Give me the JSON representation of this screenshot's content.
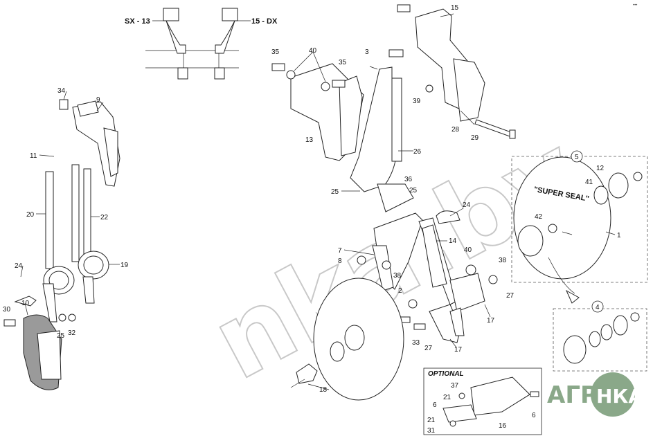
{
  "side_labels": {
    "left": "SX - 13",
    "right": "15 - DX"
  },
  "optional_label": "OPTIONAL",
  "disc_text": "\"SUPER SEAL\"",
  "brand": {
    "left": "АГРО",
    "right": "НКА",
    "color": "#8aa889"
  },
  "watermark": "nka.by",
  "corner_mark": "•••",
  "callouts": [
    {
      "id": "c1",
      "text": "1"
    },
    {
      "id": "c2",
      "text": "2"
    },
    {
      "id": "c3",
      "text": "3"
    },
    {
      "id": "c4",
      "text": "4"
    },
    {
      "id": "c5",
      "text": "5"
    },
    {
      "id": "c6a",
      "text": "6"
    },
    {
      "id": "c6b",
      "text": "6"
    },
    {
      "id": "c7",
      "text": "7"
    },
    {
      "id": "c8",
      "text": "8"
    },
    {
      "id": "c9",
      "text": "9"
    },
    {
      "id": "c10",
      "text": "10"
    },
    {
      "id": "c11",
      "text": "11"
    },
    {
      "id": "c12",
      "text": "12"
    },
    {
      "id": "c13",
      "text": "13"
    },
    {
      "id": "c14",
      "text": "14"
    },
    {
      "id": "c15",
      "text": "15"
    },
    {
      "id": "c16",
      "text": "16"
    },
    {
      "id": "c17a",
      "text": "17"
    },
    {
      "id": "c17b",
      "text": "17"
    },
    {
      "id": "c18",
      "text": "18"
    },
    {
      "id": "c19",
      "text": "19"
    },
    {
      "id": "c20",
      "text": "20"
    },
    {
      "id": "c21a",
      "text": "21"
    },
    {
      "id": "c21b",
      "text": "21"
    },
    {
      "id": "c22",
      "text": "22"
    },
    {
      "id": "c24a",
      "text": "24"
    },
    {
      "id": "c24b",
      "text": "24"
    },
    {
      "id": "c25a",
      "text": "25"
    },
    {
      "id": "c25b",
      "text": "25"
    },
    {
      "id": "c25c",
      "text": "25"
    },
    {
      "id": "c26",
      "text": "26"
    },
    {
      "id": "c27a",
      "text": "27"
    },
    {
      "id": "c27b",
      "text": "27"
    },
    {
      "id": "c28",
      "text": "28"
    },
    {
      "id": "c29",
      "text": "29"
    },
    {
      "id": "c30",
      "text": "30"
    },
    {
      "id": "c31",
      "text": "31"
    },
    {
      "id": "c32",
      "text": "32"
    },
    {
      "id": "c33",
      "text": "33"
    },
    {
      "id": "c34",
      "text": "34"
    },
    {
      "id": "c35a",
      "text": "35"
    },
    {
      "id": "c35b",
      "text": "35"
    },
    {
      "id": "c36",
      "text": "36"
    },
    {
      "id": "c37",
      "text": "37"
    },
    {
      "id": "c38a",
      "text": "38"
    },
    {
      "id": "c38b",
      "text": "38"
    },
    {
      "id": "c39",
      "text": "39"
    },
    {
      "id": "c40a",
      "text": "40"
    },
    {
      "id": "c40b",
      "text": "40"
    },
    {
      "id": "c41",
      "text": "41"
    },
    {
      "id": "c42",
      "text": "42"
    }
  ]
}
